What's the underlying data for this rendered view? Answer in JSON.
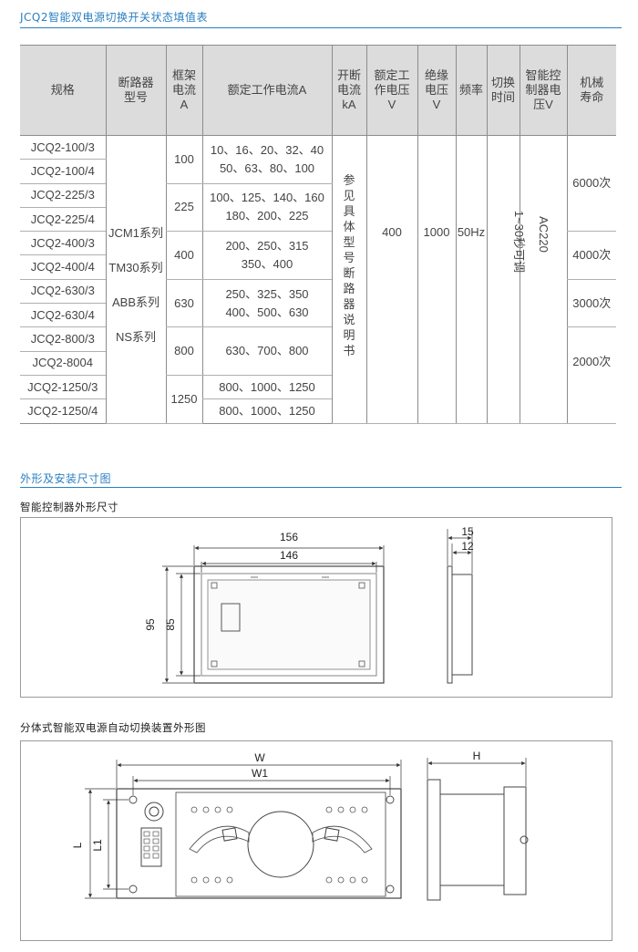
{
  "table_section": {
    "title": "JCQ2智能双电源切换开关状态填值表"
  },
  "table": {
    "headers": [
      "规格",
      "断路器型号",
      "框架电流A",
      "额定工作电流A",
      "开断电流kA",
      "额定工作电压V",
      "绝缘电压V",
      "频率",
      "切换时间",
      "智能控制器电压V",
      "机械寿命"
    ],
    "specs": [
      "JCQ2-100/3",
      "JCQ2-100/4",
      "JCQ2-225/3",
      "JCQ2-225/4",
      "JCQ2-400/3",
      "JCQ2-400/4",
      "JCQ2-630/3",
      "JCQ2-630/4",
      "JCQ2-800/3",
      "JCQ2-8004",
      "JCQ2-1250/3",
      "JCQ2-1250/4"
    ],
    "breaker_types": [
      "JCM1系列",
      "TM30系列",
      "ABB系列",
      "NS系列"
    ],
    "frames": [
      "100",
      "225",
      "400",
      "630",
      "800",
      "1250"
    ],
    "rated_currents": [
      "10、16、20、32、40",
      "50、63、80、100",
      "100、125、140、160",
      "180、200、225",
      "200、250、315",
      "350、400",
      "250、325、350",
      "400、500、630",
      "630、700、800",
      "800、1000、1250",
      "800、1000、1250"
    ],
    "breaking": "参见具体型号断路器说明书",
    "rated_voltage": "400",
    "insulation_voltage": "1000",
    "frequency": "50Hz",
    "switch_time": "1~30秒可调",
    "controller_voltage": "AC220",
    "life": [
      "6000次",
      "4000次",
      "3000次",
      "2000次"
    ]
  },
  "dims_section": {
    "title": "外形及安装尺寸图"
  },
  "controller": {
    "title": "智能控制器外形尺寸",
    "dims": {
      "w_outer": "156",
      "w_inner": "146",
      "h_outer": "95",
      "h_inner": "85",
      "d_outer": "15",
      "d_inner": "12"
    }
  },
  "device": {
    "title": "分体式智能双电源自动切换装置外形图",
    "dims": {
      "w": "W",
      "w1": "W1",
      "l": "L",
      "l1": "L1",
      "h": "H"
    }
  },
  "colors": {
    "accent": "#2a7fc1",
    "header_bg": "#dcdcdc",
    "border": "#8c8c8c"
  }
}
